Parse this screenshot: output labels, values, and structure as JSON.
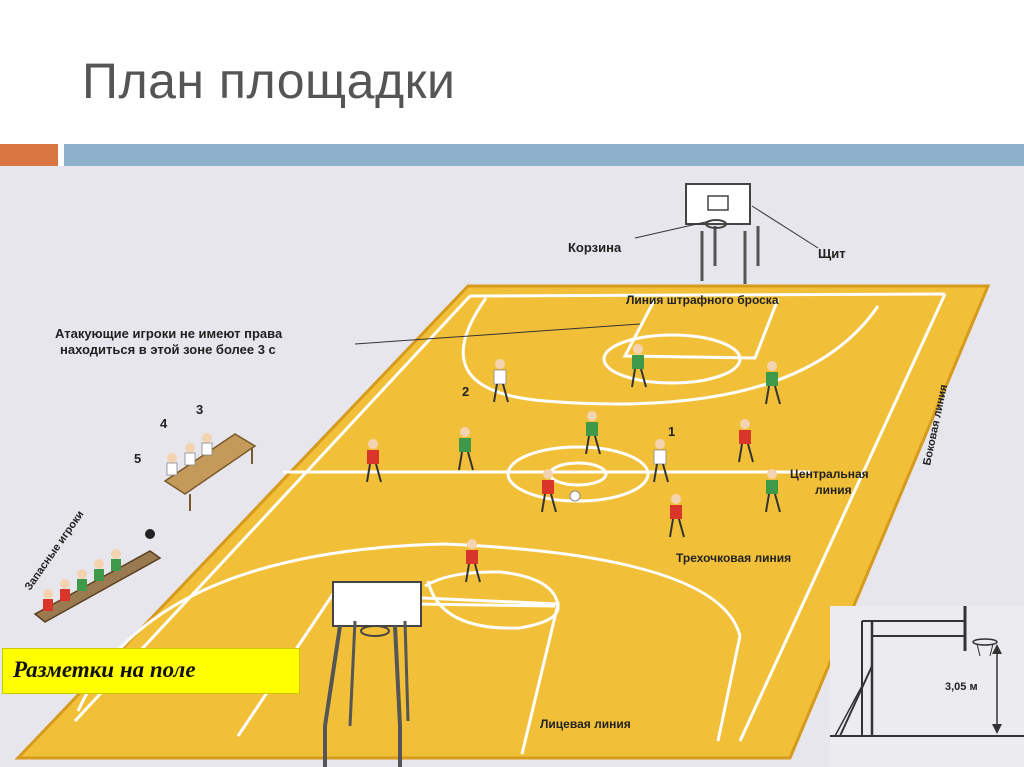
{
  "slide": {
    "title": "План площадки",
    "caption": "Разметки на поле"
  },
  "diagram": {
    "labels": {
      "basket": "Корзина",
      "backboard": "Щит",
      "free_throw_line": "Линия штрафного броска",
      "zone_note_line1": "Атакующие игроки не имеют права",
      "zone_note_line2": "находиться в этой зоне более 3 с",
      "sideline": "Боковая линия",
      "center_line_1": "Центральная",
      "center_line_2": "линия",
      "three_point_line": "Трехочковая линия",
      "end_line": "Лицевая линия",
      "substitutes": "Запасные игроки",
      "hoop_height": "3,05 м"
    },
    "numbers": [
      "1",
      "2",
      "3",
      "4",
      "5"
    ]
  },
  "colors": {
    "court": "#f2c038",
    "court_lines": "#ffffff",
    "team_red": "#d9352b",
    "team_green": "#3e9a4a",
    "accent_orange": "#d9753f",
    "accent_blue": "#8fb0cb",
    "caption_bg": "#ffff00"
  }
}
